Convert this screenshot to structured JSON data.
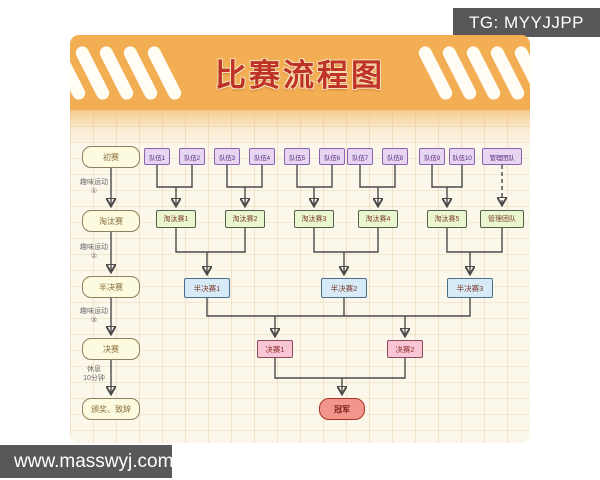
{
  "watermarks": {
    "tg": "TG: MYYJJPP",
    "site": "www.masswyj.com"
  },
  "header": {
    "title": "比赛流程图"
  },
  "colors": {
    "banner_orange": "#f3ae53",
    "title_red": "#bf3327",
    "paper_cream": "#fbf7ea",
    "stage_yellow": "#fcfadf",
    "team_purple": "#e6d6f2",
    "elimination_green": "#eaf6cf",
    "semifinal_blue": "#d7eaf8",
    "final_pink": "#f8c6d4",
    "champion_red": "#f2968c",
    "line_gray": "#4a4a4a",
    "watermark_gray": "#58585a"
  },
  "flowchart": {
    "stages": [
      "初赛",
      "淘汰赛",
      "半决赛",
      "决赛",
      "颁奖、致辞"
    ],
    "stage_notes": [
      {
        "line1": "趣味运动",
        "line2": "①"
      },
      {
        "line1": "趣味运动",
        "line2": "②"
      },
      {
        "line1": "趣味运动",
        "line2": "③"
      },
      {
        "line1": "休息",
        "line2": "10分钟"
      }
    ],
    "teams": [
      "队伍1",
      "队伍2",
      "队伍3",
      "队伍4",
      "队伍5",
      "队伍6",
      "队伍7",
      "队伍8",
      "队伍9",
      "队伍10",
      "管理团队"
    ],
    "eliminations": [
      "淘汰赛1",
      "淘汰赛2",
      "淘汰赛3",
      "淘汰赛4",
      "淘汰赛5",
      "管理团队"
    ],
    "semifinals": [
      "半决赛1",
      "半决赛2",
      "半决赛3"
    ],
    "finals": [
      "决赛1",
      "决赛2"
    ],
    "champion": "冠军"
  }
}
